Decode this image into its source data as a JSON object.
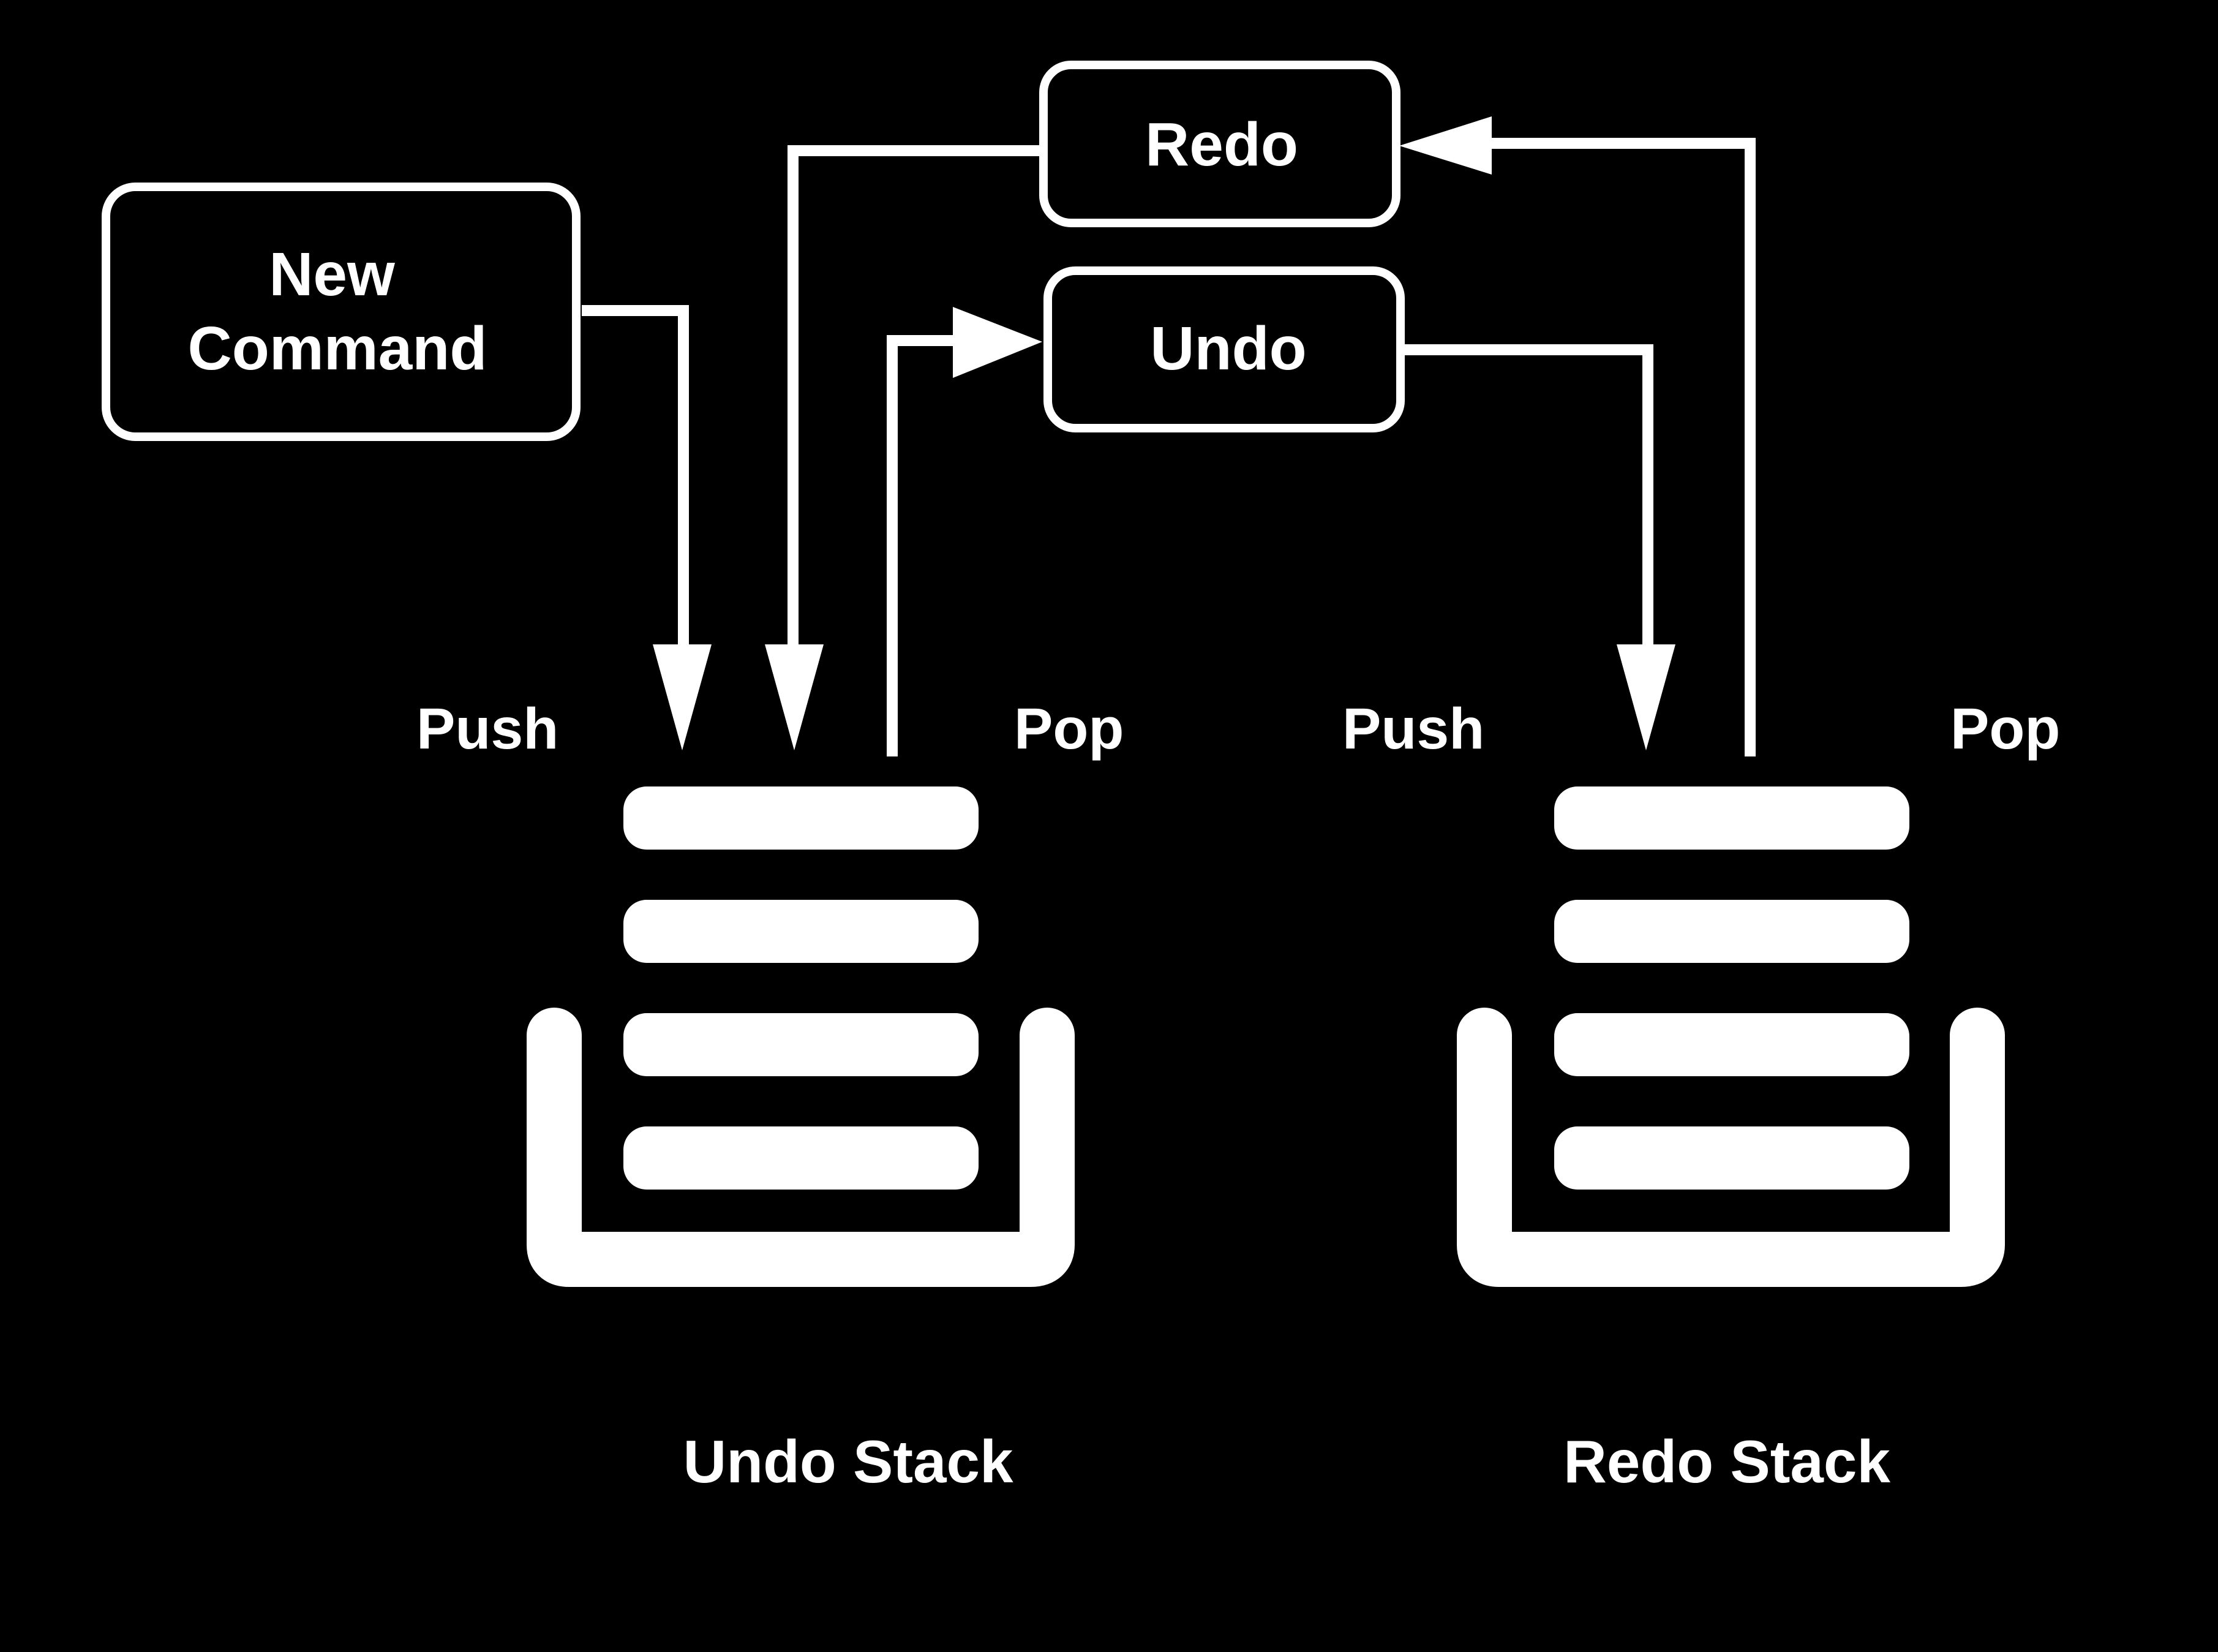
{
  "diagram": {
    "background": "#000000",
    "foreground": "#ffffff",
    "nodes": {
      "new_command": {
        "line1": "New",
        "line2": "Command"
      },
      "redo": {
        "label": "Redo"
      },
      "undo": {
        "label": "Undo"
      }
    },
    "undo_stack": {
      "title": "Undo Stack",
      "push_label": "Push",
      "pop_label": "Pop",
      "item_count": 4
    },
    "redo_stack": {
      "title": "Redo Stack",
      "push_label": "Push",
      "pop_label": "Pop",
      "item_count": 4
    }
  }
}
